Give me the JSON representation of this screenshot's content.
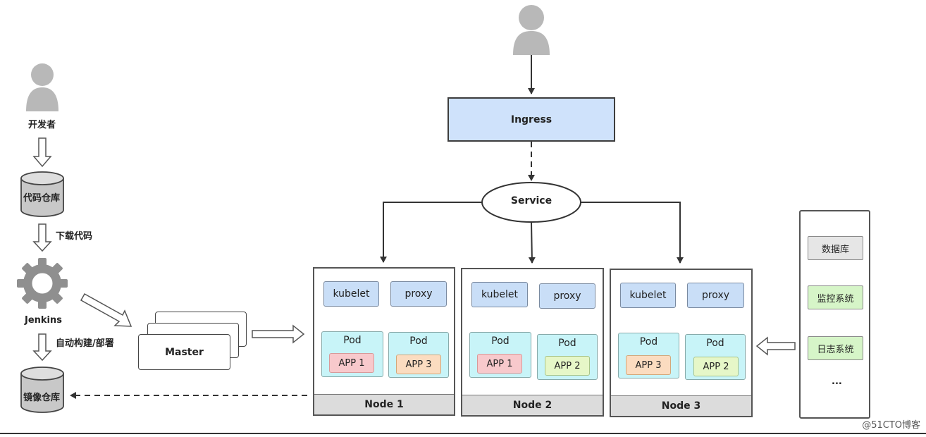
{
  "pipeline": {
    "developer_label": "开发者",
    "code_repo_label": "代码仓库",
    "download_code_label": "下载代码",
    "jenkins_label": "Jenkins",
    "auto_build_label": "自动构建/部署",
    "image_repo_label": "镜像仓库"
  },
  "cluster": {
    "master_label": "Master",
    "ingress_label": "Ingress",
    "service_label": "Service",
    "nodes": [
      {
        "name": "Node 1",
        "kubelet": "kubelet",
        "proxy": "proxy",
        "pods": [
          {
            "label": "Pod",
            "app": "APP 1",
            "app_color": "#f8c9cc"
          },
          {
            "label": "Pod",
            "app": "APP 3",
            "app_color": "#fbdcc0"
          }
        ]
      },
      {
        "name": "Node 2",
        "kubelet": "kubelet",
        "proxy": "proxy",
        "pods": [
          {
            "label": "Pod",
            "app": "APP 1",
            "app_color": "#f8c9cc"
          },
          {
            "label": "Pod",
            "app": "APP 2",
            "app_color": "#e6f7c8"
          }
        ]
      },
      {
        "name": "Node 3",
        "kubelet": "kubelet",
        "proxy": "proxy",
        "pods": [
          {
            "label": "Pod",
            "app": "APP 3",
            "app_color": "#fbdcc0"
          },
          {
            "label": "Pod",
            "app": "APP 2",
            "app_color": "#e6f7c8"
          }
        ]
      }
    ]
  },
  "support": {
    "items": [
      {
        "label": "数据库",
        "color": "#e6e6e6"
      },
      {
        "label": "监控系统",
        "color": "#d6f5c8"
      },
      {
        "label": "日志系统",
        "color": "#d6f5c8"
      }
    ],
    "more_label": "..."
  },
  "watermark": "@51CTO博客",
  "colors": {
    "ingress": "#cfe2fb",
    "component": "#c9def7",
    "pod": "#c8f4f8",
    "node_footer": "#dcdcdc",
    "person": "#b8b8b8",
    "gear": "#8f8f8f"
  }
}
